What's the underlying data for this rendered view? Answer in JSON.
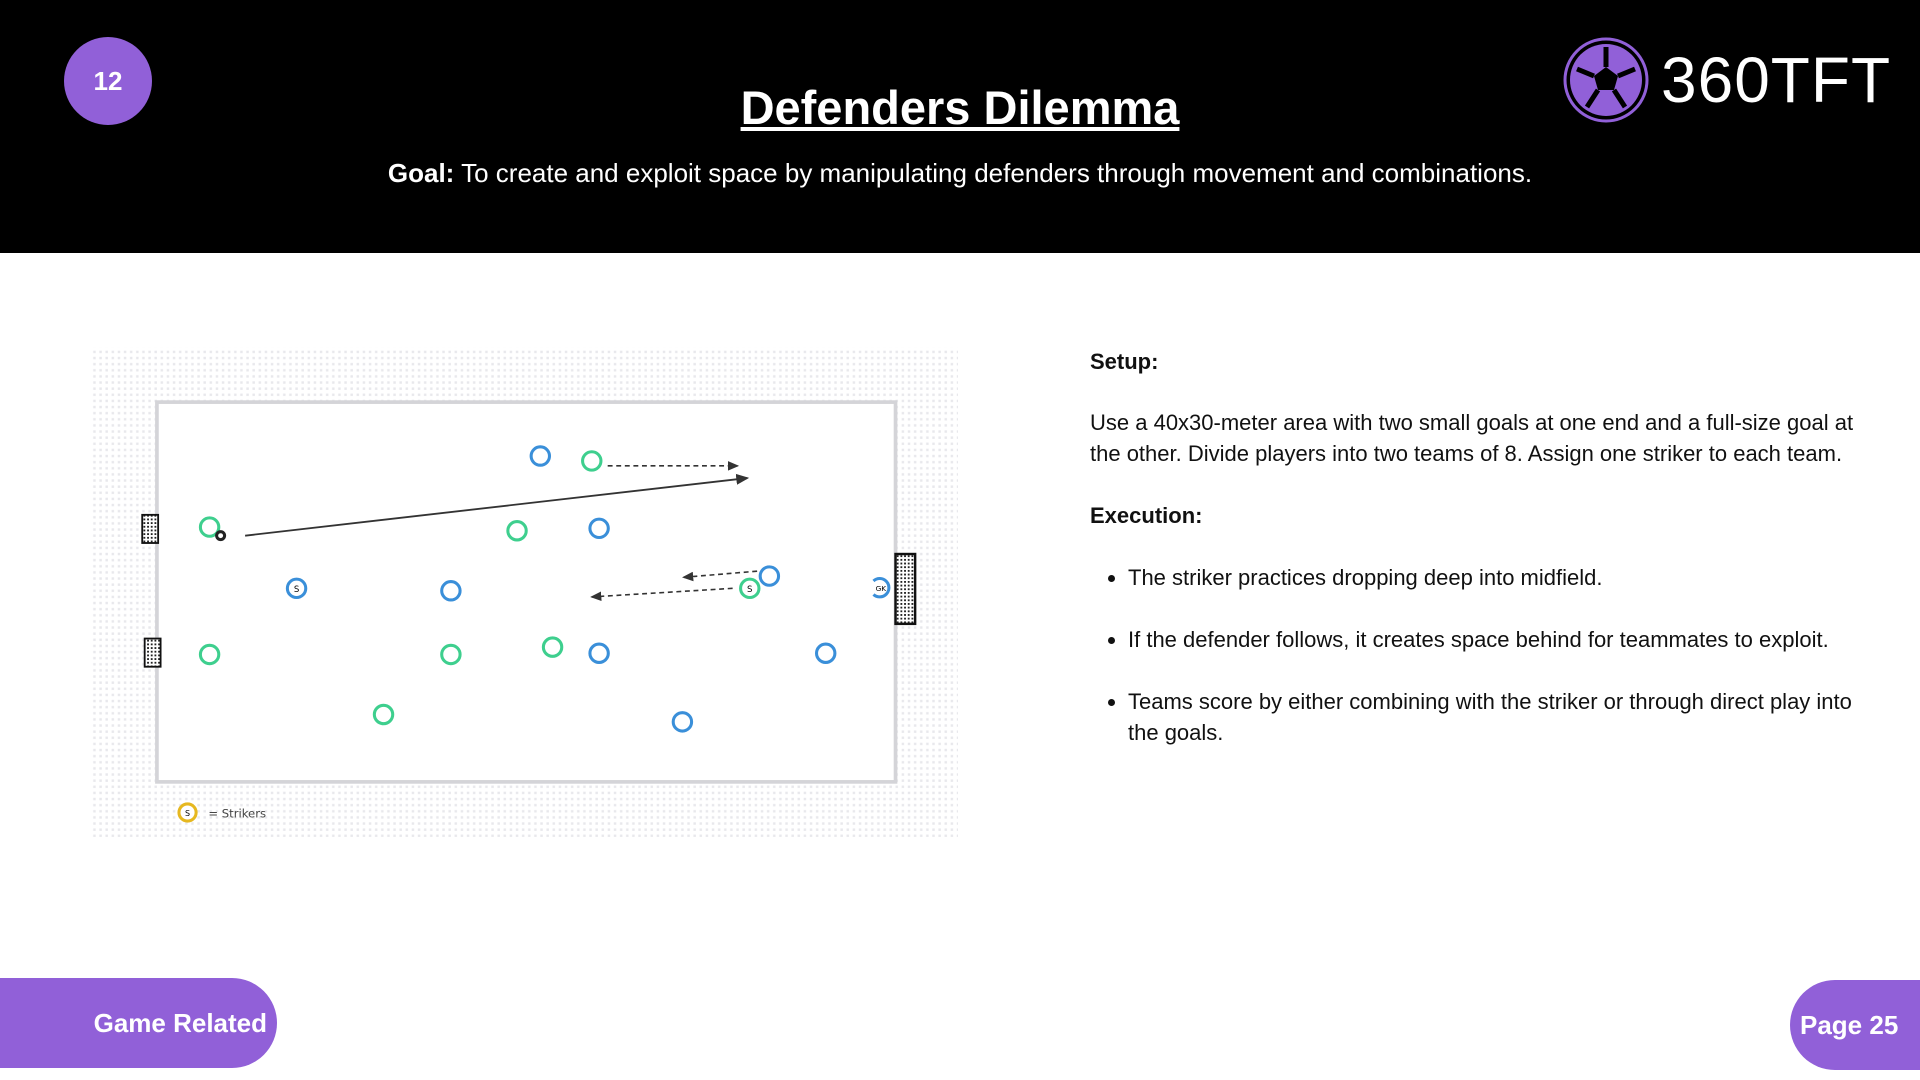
{
  "header": {
    "drill_number": "12",
    "title": "Defenders Dilemma",
    "goal_label": "Goal:",
    "goal_text": " To create and exploit space by manipulating defenders through movement and combinations.",
    "logo_text": "360TFT"
  },
  "diagram": {
    "legend_symbol": "S",
    "legend_text": "= Strikers",
    "striker_marker": "S",
    "goalkeeper_marker": "GK",
    "colors": {
      "team_green": "#3ecf8e",
      "team_blue": "#3a8fd9",
      "striker_legend": "#e6b820",
      "accent": "#9160d8"
    }
  },
  "content": {
    "setup_heading": "Setup:",
    "setup_text": "Use a 40x30-meter area with two small goals at one end and a full-size goal at the other. Divide players into two teams of 8. Assign one striker to each team.",
    "execution_heading": "Execution:",
    "execution_items": [
      "The striker practices dropping deep into midfield.",
      "If the defender follows, it creates space behind for teammates to exploit.",
      "Teams score by either combining with the striker or through direct play into the goals."
    ]
  },
  "footer": {
    "category": "Game Related",
    "page": "Page 25"
  }
}
